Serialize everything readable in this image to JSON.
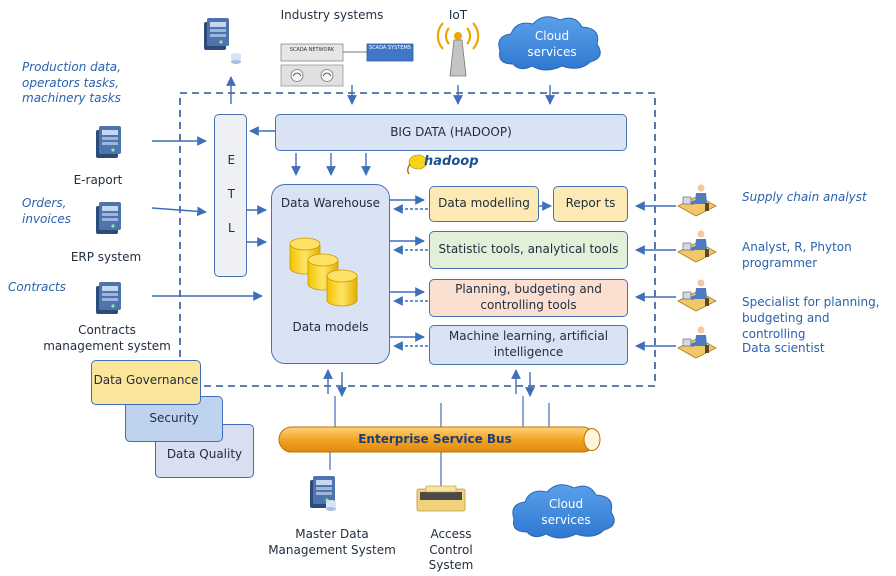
{
  "top": {
    "industry_systems": "Industry systems",
    "scada_network": "SCADA NETWORK",
    "scada_systems": "SCADA SYSTEMS",
    "iot": "IoT",
    "cloud_services": "Cloud services"
  },
  "sources": {
    "production_note": "Production data, operators tasks, machinery tasks",
    "eraport": "E-raport",
    "orders_note": "Orders, invoices",
    "erp": "ERP system",
    "contracts_note": "Contracts",
    "contracts_system": "Contracts management system"
  },
  "core": {
    "big_data": "BIG DATA (HADOOP)",
    "hadoop_logo": "hadoop",
    "etl": "E T L",
    "dw_label": "Data Warehouse",
    "dm_label": "Data models",
    "data_modelling": "Data modelling",
    "reports": "Repor ts",
    "statistic_tools": "Statistic tools, analytical tools",
    "planning_tools": "Planning, budgeting and controlling tools",
    "ml": "Machine learning, artificial intelligence"
  },
  "users": {
    "supply_chain": "Supply chain analyst",
    "analyst": "Analyst, R, Phyton programmer",
    "planning_specialist": "Specialist for planning, budgeting and controlling",
    "data_scientist": "Data scientist"
  },
  "governance": {
    "data_governance": "Data Governance",
    "security": "Security",
    "data_quality": "Data Quality"
  },
  "bottom": {
    "esb": "Enterprise Service Bus",
    "mdm": "Master Data Management System",
    "access_control": "Access Control System",
    "cloud_services": "Cloud services"
  },
  "colors": {
    "line_blue": "#3f6fba",
    "box_light_blue": "#d9e3f3",
    "box_yellow": "#fde9b3",
    "box_green": "#e2efd9",
    "box_orange": "#fbe0d2",
    "gov_yellow": "#fbe59a",
    "security_blue": "#bfd3ee",
    "quality_blue": "#d9def0",
    "esb_orange": "#f3a423",
    "text_blue": "#2a62ae"
  }
}
